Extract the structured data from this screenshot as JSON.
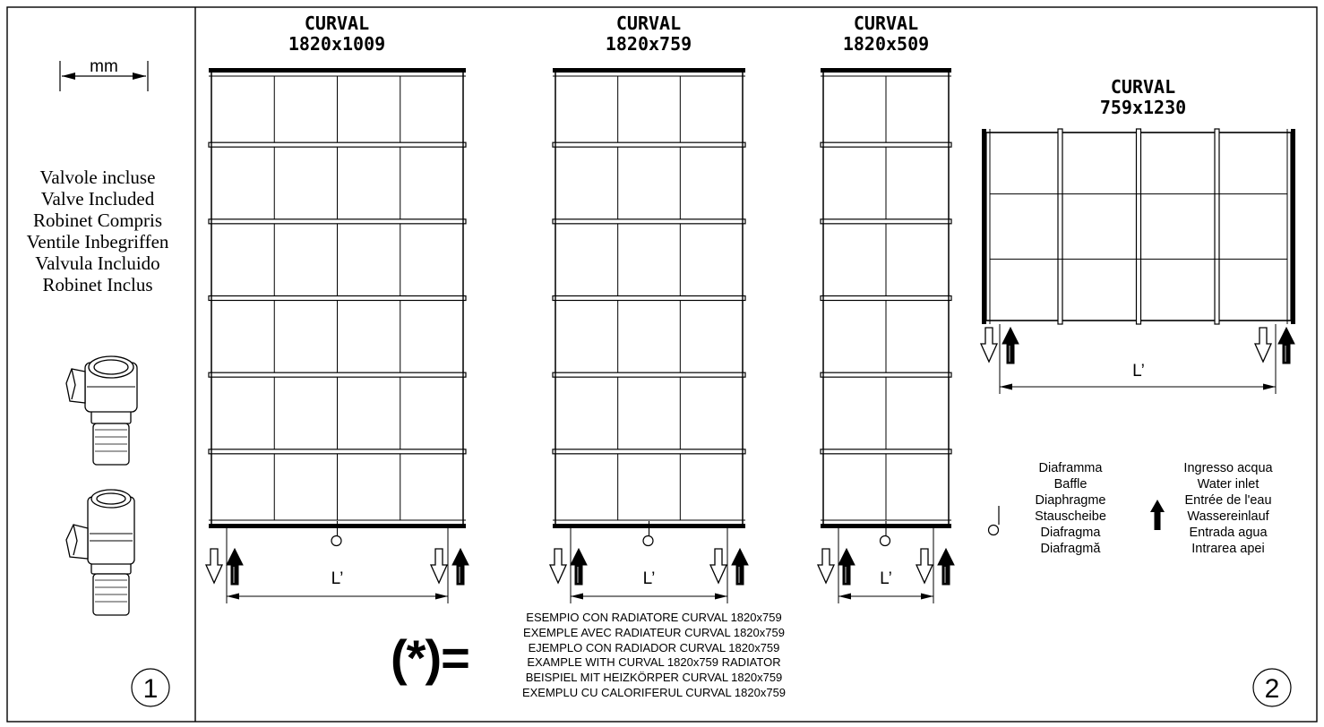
{
  "unit_label": "mm",
  "valve_text": [
    "Valvole incluse",
    "Valve Included",
    "Robinet Compris",
    "Ventile Inbegriffen",
    "Valvula Incluido",
    "Robinet Inclus"
  ],
  "panel_numbers": {
    "left": "1",
    "right": "2"
  },
  "radiators": [
    {
      "name": "CURVAL",
      "size": "1820x1009",
      "columns": 4,
      "rows": 6,
      "orientation": "vertical"
    },
    {
      "name": "CURVAL",
      "size": "1820x759",
      "columns": 3,
      "rows": 6,
      "orientation": "vertical"
    },
    {
      "name": "CURVAL",
      "size": "1820x509",
      "columns": 2,
      "rows": 6,
      "orientation": "vertical"
    },
    {
      "name": "CURVAL",
      "size": "759x1230",
      "columns": 4,
      "rows": 3,
      "orientation": "horizontal"
    }
  ],
  "dimension_label": "L’",
  "legend_baffle": [
    "Diaframma",
    "Baffle",
    "Diaphragme",
    "Stauscheibe",
    "Diafragma",
    "Diafragmă"
  ],
  "legend_water": [
    "Ingresso acqua",
    "Water inlet",
    "Entrée de l'eau",
    "Wassereinlauf",
    "Entrada agua",
    "Intrarea apei"
  ],
  "example_mark": "(*)=",
  "example_lines": [
    "ESEMPIO CON RADIATORE CURVAL 1820x759",
    "EXEMPLE AVEC RADIATEUR CURVAL 1820x759",
    "EJEMPLO CON RADIADOR CURVAL 1820x759",
    "EXAMPLE WITH CURVAL 1820x759 RADIATOR",
    "BEISPIEL MIT HEIZKÖRPER CURVAL 1820x759",
    "EXEMPLU CU CALORIFERUL CURVAL 1820x759"
  ]
}
